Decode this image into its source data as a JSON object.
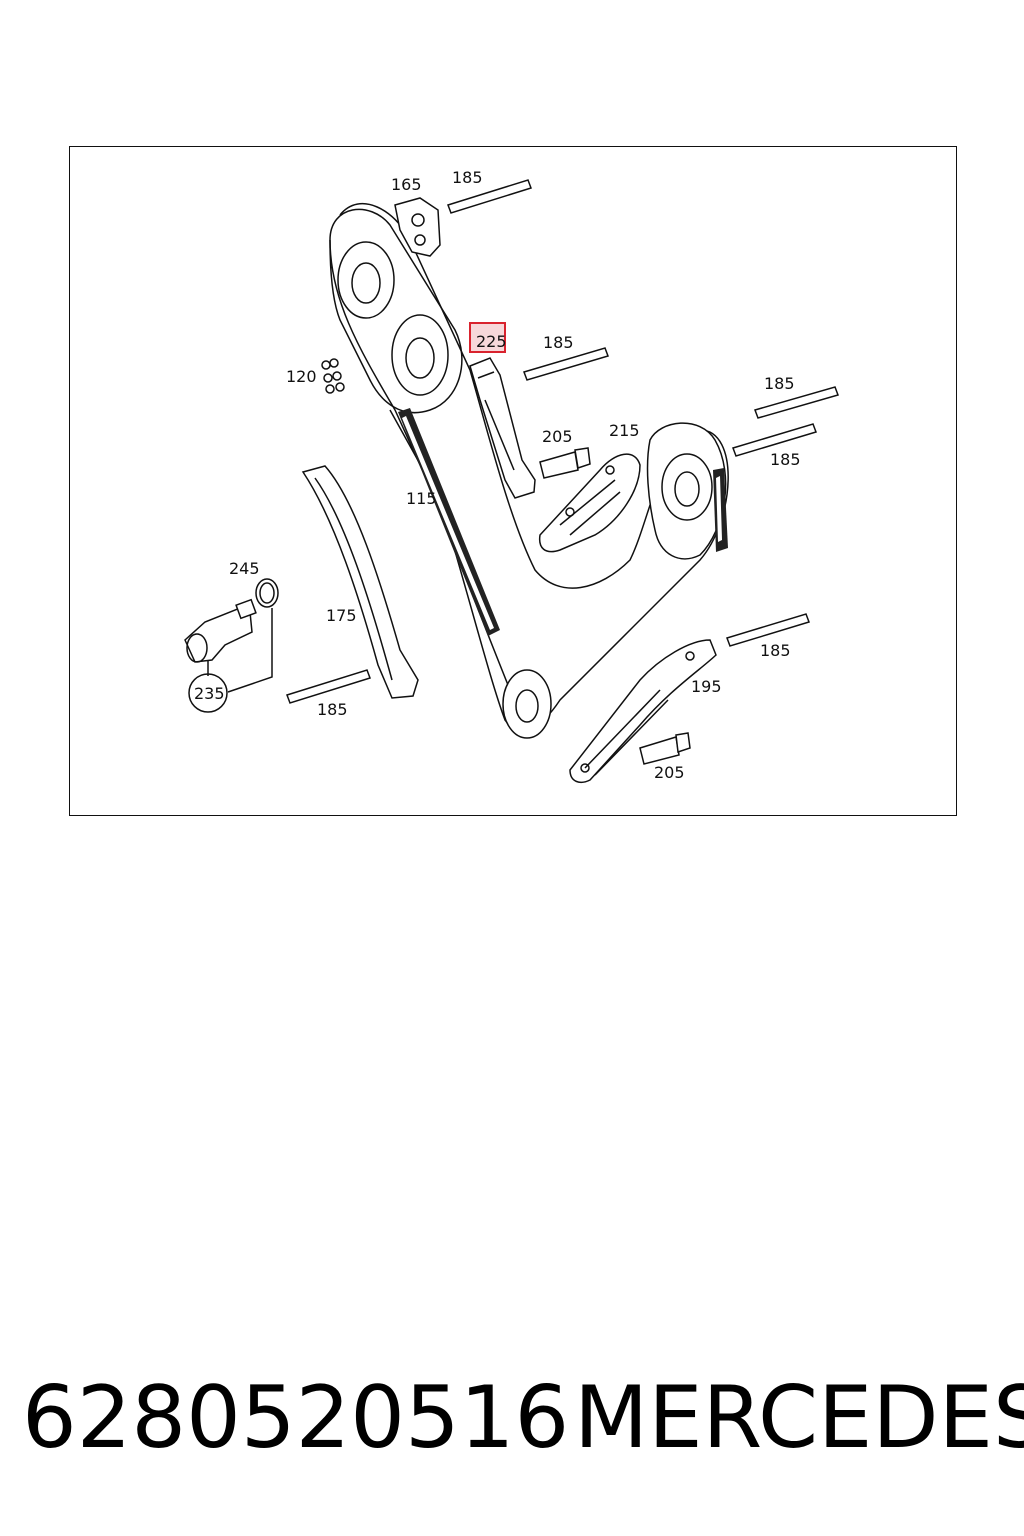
{
  "diagram": {
    "callouts": {
      "c165": "165",
      "c185_top": "185",
      "c225": "225",
      "c185_mid": "185",
      "c185_right1": "185",
      "c185_right2": "185",
      "c120": "120",
      "c205_upper": "205",
      "c215": "215",
      "c115": "115",
      "c245": "245",
      "c175": "175",
      "c235": "235",
      "c185_bottom_left": "185",
      "c185_bottom_right": "185",
      "c195": "195",
      "c205_lower": "205"
    },
    "highlight_color": "#d9232e"
  },
  "footer": {
    "part_number": "6280520516",
    "brand": "MERCEDES"
  }
}
